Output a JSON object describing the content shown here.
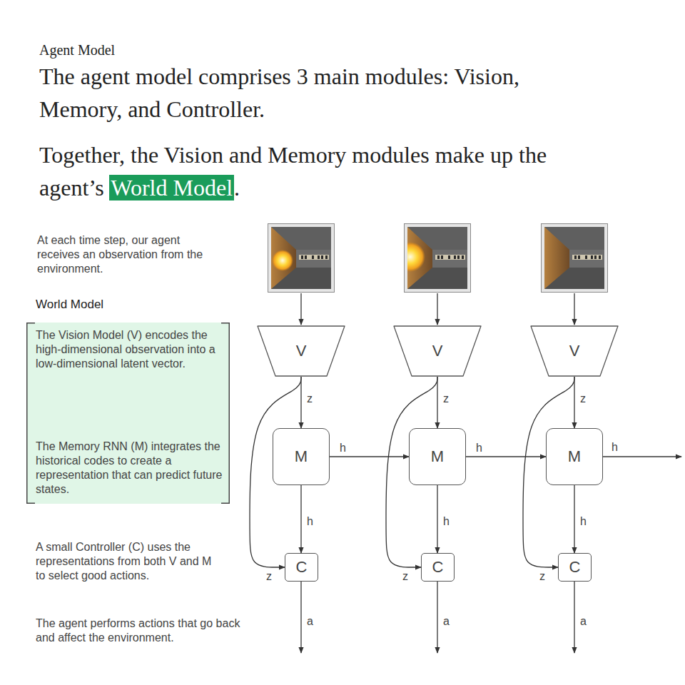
{
  "diagram": {
    "title": "Agent Model",
    "nodes": [
      {
        "text": [
          "World Model",
          "The Vision Model (V) encodes the high-dimensional observation into a low-dimensional latent vector.",
          "The Memory RNN (M) integrates the historical codes to create a representation that can predict future states."
        ]
      },
      {
        "text": [
          "V"
        ]
      },
      {
        "text": [
          "V"
        ]
      },
      {
        "text": [
          "V"
        ]
      },
      {
        "text": [
          "M"
        ]
      },
      {
        "text": [
          "M"
        ]
      },
      {
        "text": [
          "M"
        ]
      },
      {
        "text": [
          "C"
        ]
      },
      {
        "text": [
          "C"
        ]
      },
      {
        "text": [
          "C"
        ]
      }
    ],
    "edges": [
      {
        "from": 1,
        "to": 4,
        "label": "z",
        "arrow": "to"
      },
      {
        "from": 2,
        "to": 5,
        "label": "z",
        "arrow": "to"
      },
      {
        "from": 3,
        "to": 6,
        "label": "z",
        "arrow": "to"
      },
      {
        "from": 4,
        "to": 5,
        "label": "h",
        "arrow": "to"
      },
      {
        "from": 5,
        "to": 6,
        "label": "h",
        "arrow": "to"
      },
      {
        "from": 4,
        "to": 7,
        "label": "h",
        "arrow": "to"
      },
      {
        "from": 5,
        "to": 8,
        "label": "h",
        "arrow": "to"
      },
      {
        "from": 6,
        "to": 9,
        "label": "h",
        "arrow": "to"
      },
      {
        "from": 1,
        "to": 7,
        "label": "z",
        "arrow": "to"
      },
      {
        "from": 2,
        "to": 8,
        "label": "z",
        "arrow": "to"
      },
      {
        "from": 3,
        "to": 9,
        "label": "z",
        "arrow": "to"
      }
    ],
    "labels": [
      "The agent model comprises 3 main modules: Vision, Memory, and Controller.",
      "Together, the Vision and Memory modules make up the agent’s",
      "World Model",
      ".",
      "At each time step, our agent receives an observation from the environment.",
      "A small Controller (C) uses the representations from both V and M to select good actions.",
      "The agent performs actions that go back and affect the environment.",
      "h",
      "a",
      "a",
      "a"
    ]
  }
}
